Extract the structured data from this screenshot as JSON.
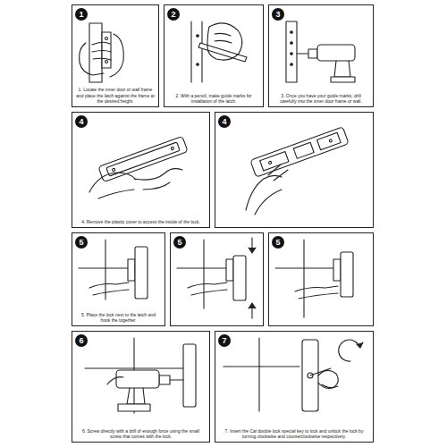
{
  "diagram": {
    "nodes": [
      {
        "text": [
          "1",
          "1. Locate the inner door or wall frame and place the latch against the frame at the desired height."
        ]
      },
      {
        "text": [
          "2",
          "2. With a pencil, make guide marks for installation of the latch."
        ]
      },
      {
        "text": [
          "3",
          "3. Once you have your guide marks, drill carefully into the inner door frame or wall."
        ]
      },
      {
        "text": [
          "4",
          "4. Remove the plastic cover to access the inside of the lock."
        ]
      },
      {
        "text": [
          "4"
        ]
      },
      {
        "text": [
          "5",
          "5. Place the lock next to the latch and hook the together."
        ]
      },
      {
        "text": [
          "5"
        ]
      },
      {
        "text": [
          "5"
        ]
      },
      {
        "text": [
          "6",
          "6. Screw directly with a drill of enough force using the small screw that comes with the lock."
        ]
      },
      {
        "text": [
          "7",
          "7. Insert the Cal double lock special key to lock and unlock the lock by turning clockwise and counterclockwise respectively."
        ]
      }
    ]
  }
}
